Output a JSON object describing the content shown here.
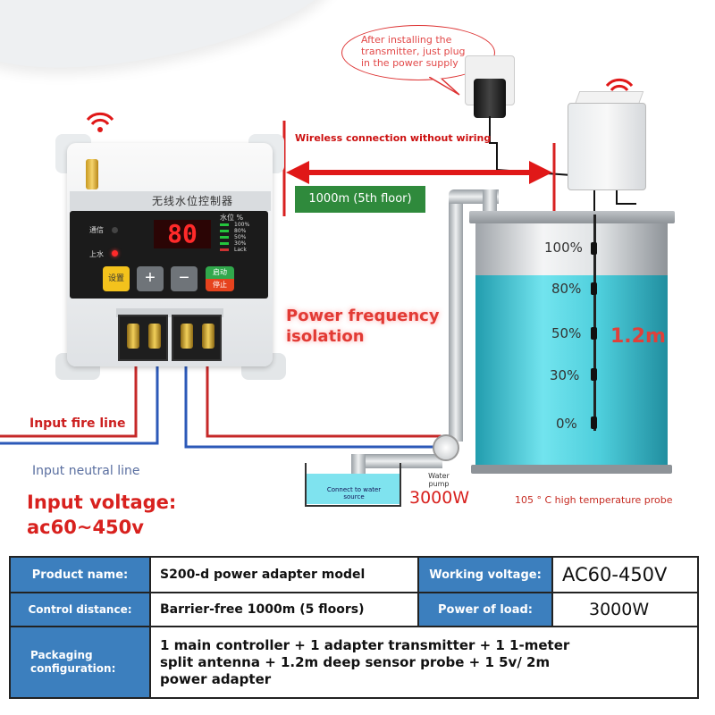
{
  "callout": {
    "text": "After installing the transmitter, just plug in the power supply"
  },
  "wireless": {
    "label": "Wireless connection without wiring",
    "distance_badge": "1000m (5th floor)"
  },
  "controller": {
    "title": "无线水位控制器",
    "comm_label": "通信",
    "water_label": "上水",
    "level_title": "水位 %",
    "display_value": "80",
    "level_scale": [
      "100%",
      "80%",
      "50%",
      "30%",
      "Lack"
    ],
    "buttons": {
      "set": "设置",
      "plus": "+",
      "minus": "−",
      "start": "启动",
      "stop": "停止"
    }
  },
  "isolation": {
    "line1": "Power frequency",
    "line2": "isolation"
  },
  "wiring": {
    "fire_line": "Input fire line",
    "neutral_line": "Input neutral line",
    "voltage_line1": "Input voltage:",
    "voltage_line2": "ac60~450v"
  },
  "pump": {
    "label": "Water pump",
    "power": "3000W",
    "source_label": "Connect to water source"
  },
  "tank": {
    "levels": [
      "100%",
      "80%",
      "50%",
      "30%",
      "0%"
    ],
    "depth_label": "1.2m",
    "probe_text": "105 ° C high temperature probe"
  },
  "specs": {
    "product_name_label": "Product name:",
    "product_name_value": "S200-d power adapter model",
    "working_voltage_label": "Working voltage:",
    "working_voltage_value": "AC60-450V",
    "control_distance_label": "Control distance:",
    "control_distance_value": "Barrier-free 1000m (5 floors)",
    "power_of_load_label": "Power of load:",
    "power_of_load_value": "3000W",
    "packaging_label": "Packaging configuration:",
    "packaging_value": "1 main controller + 1 adapter transmitter + 1 1-meter split antenna + 1.2m deep sensor probe + 1 5v/ 2m power adapter"
  },
  "colors": {
    "accent_red": "#d8211e",
    "table_header": "#3c7fbe",
    "badge_green": "#2f8a3c",
    "water": "#46cddb"
  }
}
